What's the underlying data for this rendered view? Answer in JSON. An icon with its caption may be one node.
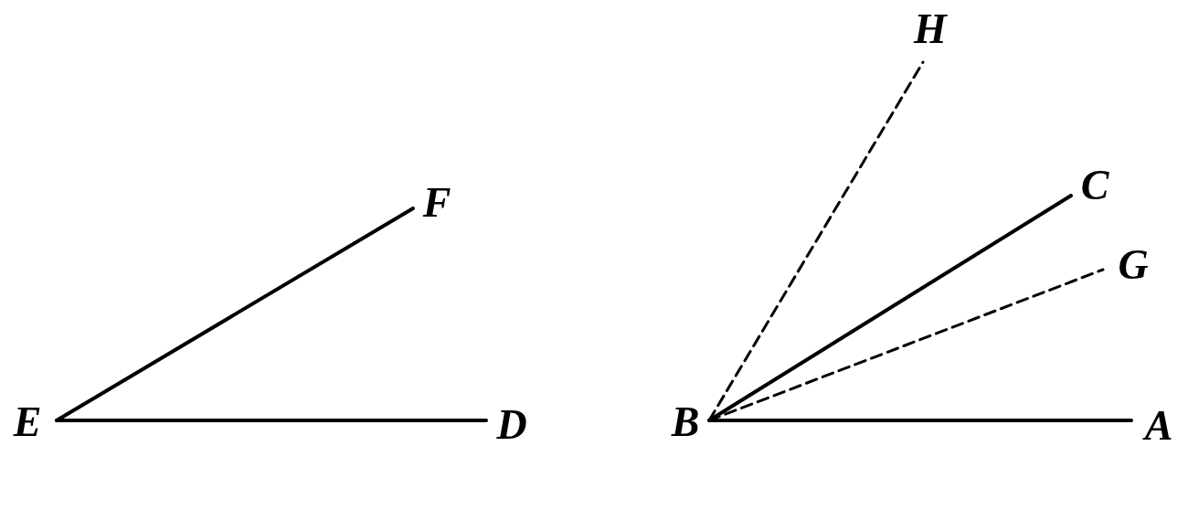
{
  "diagram": {
    "nodes": [
      {
        "text": [
          "E"
        ]
      },
      {
        "text": [
          "F"
        ]
      },
      {
        "text": [
          "D"
        ]
      },
      {
        "text": [
          "H"
        ]
      },
      {
        "text": [
          "C"
        ]
      },
      {
        "text": [
          "G"
        ]
      },
      {
        "text": [
          "B"
        ]
      },
      {
        "text": [
          "A"
        ]
      }
    ],
    "edges": [
      {
        "from": 0,
        "to": 1,
        "arrow": "none"
      },
      {
        "from": 0,
        "to": 2,
        "arrow": "none"
      },
      {
        "from": 6,
        "to": 3,
        "arrow": "none",
        "style": "dashed"
      },
      {
        "from": 6,
        "to": 4,
        "arrow": "none"
      },
      {
        "from": 6,
        "to": 5,
        "arrow": "none",
        "style": "dashed"
      },
      {
        "from": 6,
        "to": 7,
        "arrow": "none"
      }
    ]
  }
}
